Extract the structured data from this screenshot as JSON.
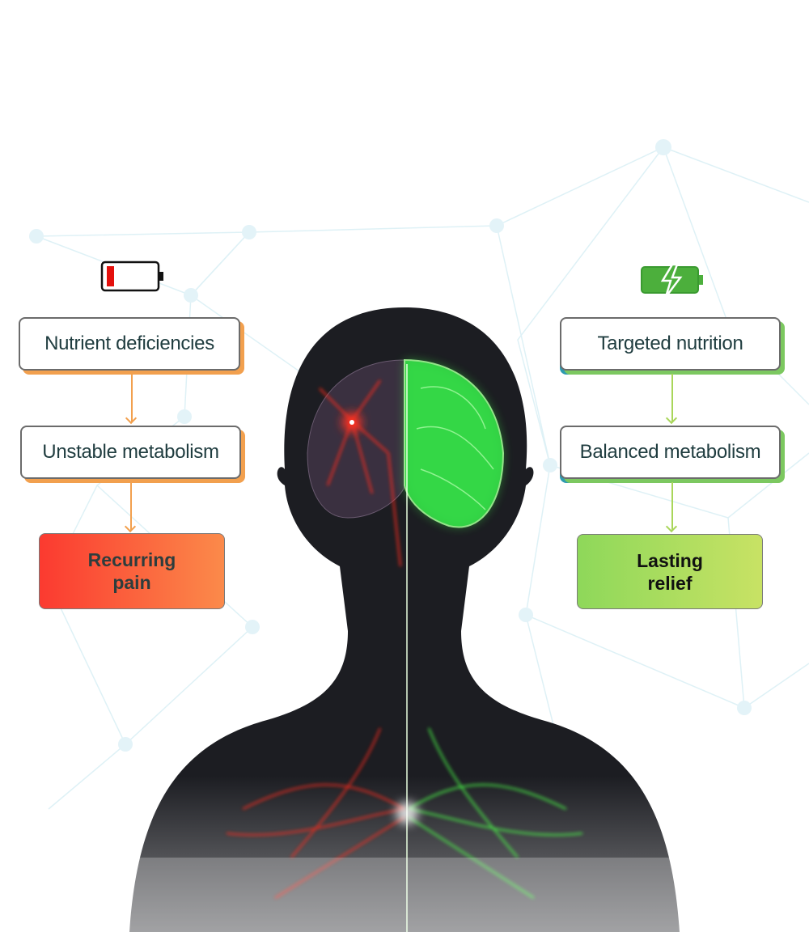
{
  "left": {
    "battery_icon": "battery-low-icon",
    "steps": [
      "Nutrient deficiencies",
      "Unstable metabolism"
    ],
    "outcome": [
      "Recurring",
      "pain"
    ],
    "accent": "#f2a04e"
  },
  "right": {
    "battery_icon": "battery-charging-icon",
    "steps": [
      "Targeted nutrition",
      "Balanced metabolism"
    ],
    "outcome": [
      "Lasting",
      "relief"
    ],
    "accent": "#7cc860"
  },
  "figure": {
    "red": "#ff2a1a",
    "green": "#3cff4a"
  }
}
